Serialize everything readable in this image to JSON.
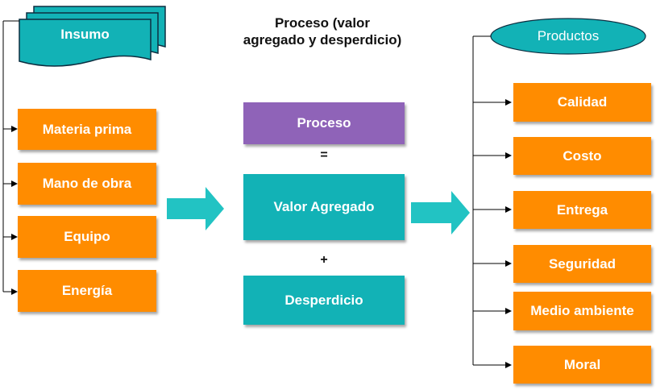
{
  "title": {
    "line1": "Proceso (valor",
    "line2": "agregado y  desperdicio)"
  },
  "inputs": {
    "header": "Insumo",
    "items": [
      "Materia prima",
      "Mano de obra",
      "Equipo",
      "Energía"
    ]
  },
  "process": {
    "top": "Proceso",
    "equals": "=",
    "value_added": "Valor Agregado",
    "plus": "+",
    "waste": "Desperdicio"
  },
  "outputs": {
    "header": "Productos",
    "items": [
      "Calidad",
      "Costo",
      "Entrega",
      "Seguridad",
      "Medio ambiente",
      "Moral"
    ]
  },
  "colors": {
    "orange": "#ff8c00",
    "teal": "#12b2b6",
    "purple": "#8f63b8",
    "arrow": "#22c3c3"
  }
}
